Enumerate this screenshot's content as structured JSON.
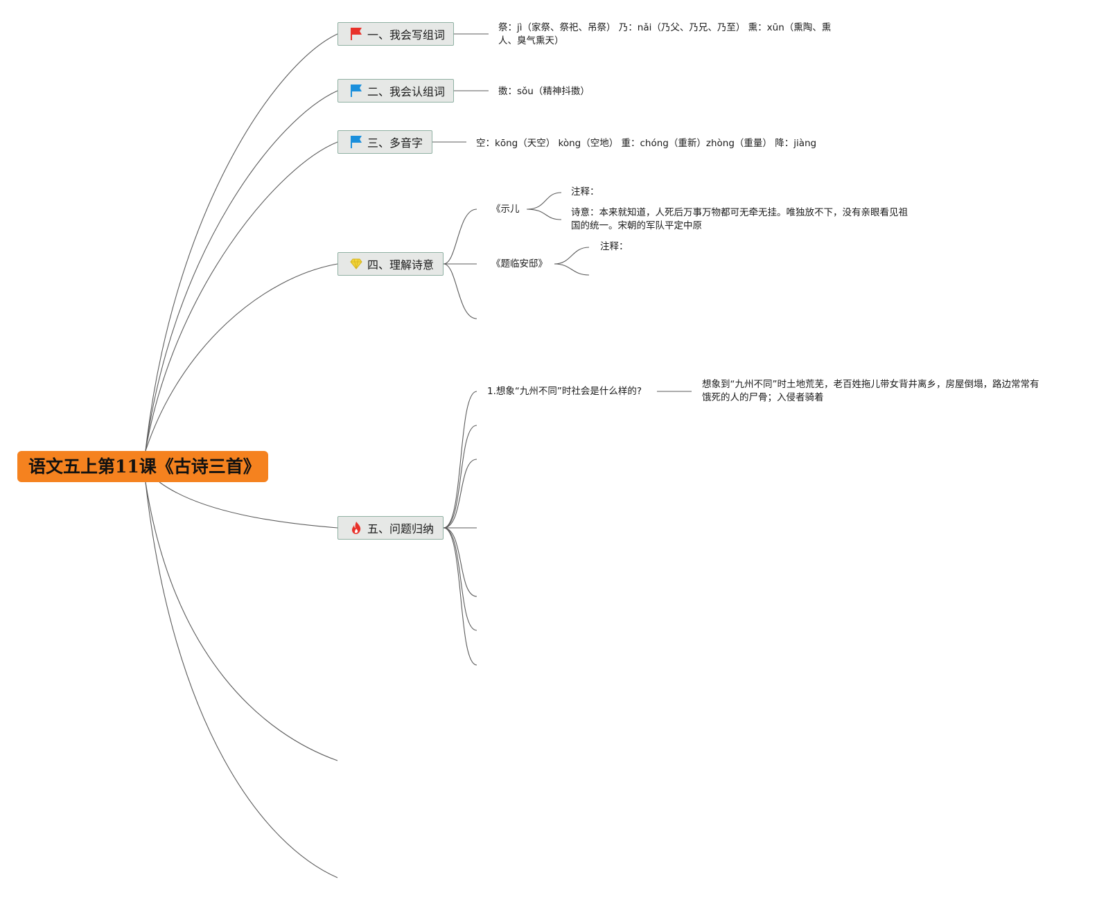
{
  "root": {
    "title": "语文五上第11课《古诗三首》",
    "color": "#f5821f"
  },
  "branches": [
    {
      "label": "一、我会写组词",
      "icon": "red-flag-icon",
      "icon_color": "#e8312a",
      "detail": "祭：jì（家祭、祭祀、吊祭） 乃：nǎi（乃父、乃兄、乃至） 熏：xūn（熏陶、熏人、臭气熏天）"
    },
    {
      "label": "二、我会认组词",
      "icon": "blue-flag-icon",
      "icon_color": "#1a8fdc",
      "detail": "擞：sǒu（精神抖擞）"
    },
    {
      "label": "三、多音字",
      "icon": "blue-flag-icon",
      "icon_color": "#1a8fdc",
      "detail": "空：kōng（天空） kòng（空地） 重：chóng（重新）zhòng（重量） 降：jiàng"
    },
    {
      "label": "四、理解诗意",
      "icon": "diamond-icon",
      "icon_color": "#f2d43a",
      "poems": [
        {
          "title": "《示儿",
          "notes_label": "注释：",
          "meaning": "诗意：本来就知道，人死后万事万物都可无牵无挂。唯独放不下，没有亲眼看见祖国的统一。宋朝的军队平定中原"
        },
        {
          "title": "《题临安邸》",
          "notes_label": "注释："
        }
      ]
    },
    {
      "label": "五、问题归纳",
      "icon": "fire-icon",
      "icon_color": "#e8312a",
      "question": "1.想象“九州不同”时社会是什么样的?",
      "answer": "想象到“九州不同”时土地荒芜，老百姓拖儿带女背井离乡，房屋倒塌，路边常常有饿死的人的尸骨；入侵者骑着"
    }
  ]
}
